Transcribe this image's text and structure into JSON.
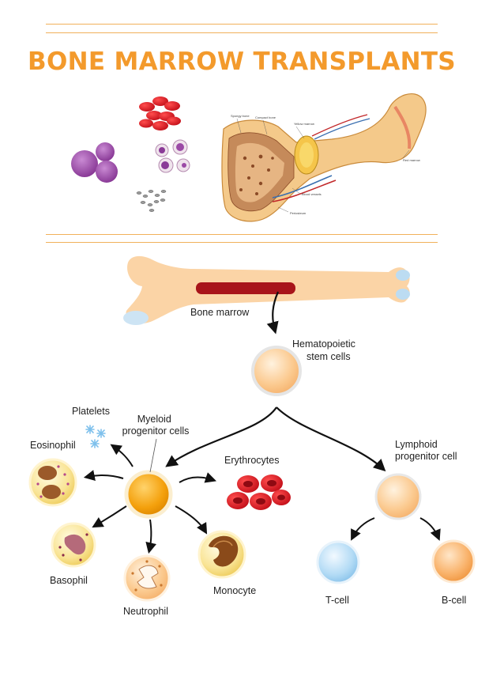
{
  "title": "BONE MARROW TRANSPLANTS",
  "anatomy_labels": {
    "spongy_bone": "Spongy bone",
    "compact_bone": "Compact bone",
    "yellow_marrow": "Yellow marrow",
    "red_marrow": "Red marrow",
    "blood_vessels": "Blood vessels",
    "periosteum": "Periosteum"
  },
  "labels": {
    "bone_marrow": "Bone marrow",
    "hsc_line1": "Hematopoietic",
    "hsc_line2": "stem cells",
    "myeloid_line1": "Myeloid",
    "myeloid_line2": "progenitor cells",
    "lymphoid_line1": "Lymphoid",
    "lymphoid_line2": "progenitor cell",
    "platelets": "Platelets",
    "eosinophil": "Eosinophil",
    "erythrocytes": "Erythrocytes",
    "basophil": "Basophil",
    "neutrophil": "Neutrophil",
    "monocyte": "Monocyte",
    "tcell": "T-cell",
    "bcell": "B-cell"
  },
  "colors": {
    "accent": "#f39a2c",
    "rule": "#f1b15b",
    "marrow_red": "#a8141a",
    "bone": "#fbd4a6",
    "cell_orange": "#f5a20f",
    "tcell_blue": "#a9d4f2",
    "bcell_orange": "#f9b26a"
  }
}
